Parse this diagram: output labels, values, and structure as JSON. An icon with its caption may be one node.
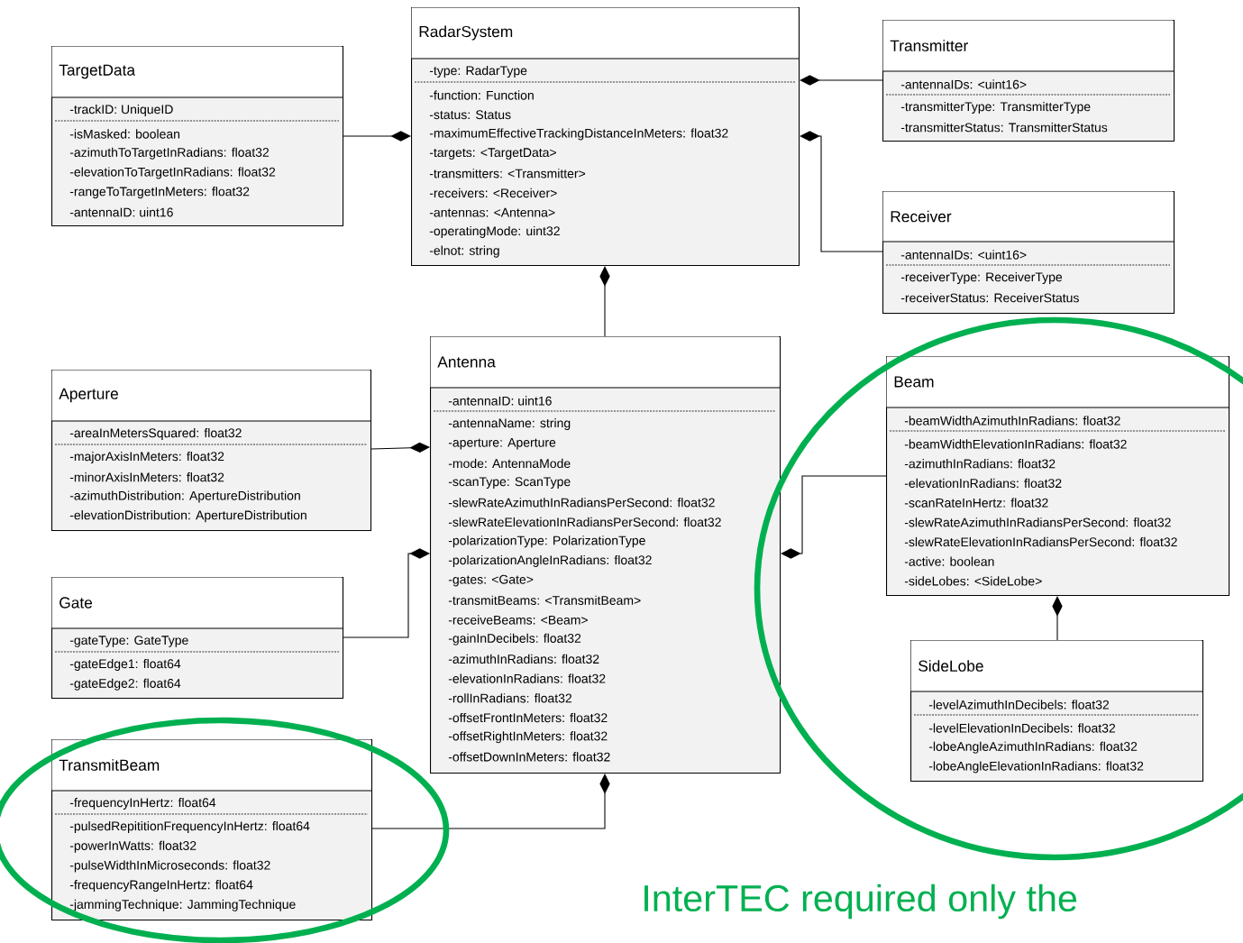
{
  "diagram": {
    "nodes": [
      {
        "text": [
          "TargetData",
          "-trackID: UniqueID",
          "-isMasked: boolean",
          "-azimuthToTargetInRadians: float32",
          "-elevationToTargetInRadians: float32",
          "-rangeToTargetInMeters: float32",
          "-antennaID: uint16"
        ]
      },
      {
        "text": [
          "RadarSystem",
          "-type: RadarType",
          "-function: Function",
          "-status: Status",
          "-maximumEffectiveTrackingDistanceInMeters: float32",
          "-targets: <TargetData>",
          "-transmitters: <Transmitter>",
          "-receivers: <Receiver>",
          "-antennas: <Antenna>",
          "-operatingMode: uint32",
          "-elnot: string"
        ]
      },
      {
        "text": [
          "Transmitter",
          "-antennaIDs: <uint16>",
          "-transmitterType: TransmitterType",
          "-transmitterStatus: TransmitterStatus"
        ]
      },
      {
        "text": [
          "Receiver",
          "-antennaIDs: <uint16>",
          "-receiverType: ReceiverType",
          "-receiverStatus: ReceiverStatus"
        ]
      },
      {
        "text": [
          "Aperture",
          "-areaInMetersSquared: float32",
          "-majorAxisInMeters: float32",
          "-minorAxisInMeters: float32",
          "-azimuthDistribution: ApertureDistribution",
          "-elevationDistribution: ApertureDistribution"
        ]
      },
      {
        "text": [
          "Antenna",
          "-antennaID: uint16",
          "-antennaName: string",
          "-aperture: Aperture",
          "-mode: AntennaMode",
          "-scanType: ScanType",
          "-slewRateAzimuthInRadiansPerSecond: float32",
          "-slewRateElevationInRadiansPerSecond: float32",
          "-polarizationType: PolarizationType",
          "-polarizationAngleInRadians: float32",
          "-gates: <Gate>",
          "-transmitBeams: <TransmitBeam>",
          "-receiveBeams: <Beam>",
          "-gainInDecibels: float32",
          "-azimuthInRadians: float32",
          "-elevationInRadians: float32",
          "-rollInRadians: float32",
          "-offsetFrontInMeters: float32",
          "-offsetRightInMeters: float32",
          "-offsetDownInMeters: float32"
        ]
      },
      {
        "text": [
          "Gate",
          "-gateType: GateType",
          "-gateEdge1: float64",
          "-gateEdge2: float64"
        ]
      },
      {
        "text": [
          "TransmitBeam",
          "-frequencyInHertz: float64",
          "-pulsedRepititionFrequencyInHertz: float64",
          "-powerInWatts: float32",
          "-pulseWidthInMicroseconds: float32",
          "-frequencyRangeInHertz: float64",
          "-jammingTechnique: JammingTechnique"
        ]
      },
      {
        "text": [
          "Beam",
          "-beamWidthAzimuthInRadians: float32",
          "-beamWidthElevationInRadians: float32",
          "-azimuthInRadians: float32",
          "-elevationInRadians: float32",
          "-scanRateInHertz: float32",
          "-slewRateAzimuthInRadiansPerSecond: float32",
          "-slewRateElevationInRadiansPerSecond: float32",
          "-active: boolean",
          "-sideLobes: <SideLobe>"
        ]
      },
      {
        "text": [
          "SideLobe",
          "-levelAzimuthInDecibels: float32",
          "-levelElevationInDecibels: float32",
          "-lobeAngleAzimuthInRadians: float32",
          "-lobeAngleElevationInRadians: float32"
        ]
      }
    ],
    "edges": [
      {
        "from": 0,
        "to": 1,
        "arrow": "other"
      },
      {
        "from": 2,
        "to": 1,
        "arrow": "other"
      },
      {
        "from": 3,
        "to": 1,
        "arrow": "other"
      },
      {
        "from": 5,
        "to": 1,
        "arrow": "other"
      },
      {
        "from": 4,
        "to": 5,
        "arrow": "other"
      },
      {
        "from": 6,
        "to": 5,
        "arrow": "other"
      },
      {
        "from": 7,
        "to": 5,
        "arrow": "other"
      },
      {
        "from": 8,
        "to": 5,
        "arrow": "other"
      },
      {
        "from": 9,
        "to": 8,
        "arrow": "other"
      }
    ],
    "labels": [
      "InterTEC required only the"
    ]
  }
}
